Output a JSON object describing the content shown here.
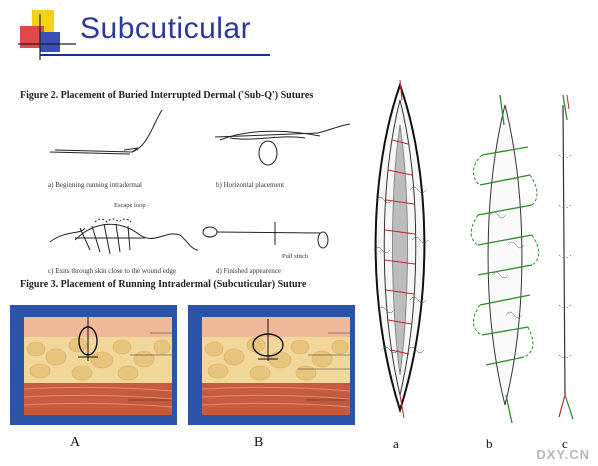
{
  "title": "Subcuticular",
  "figure2": {
    "caption": "Figure 2.  Placement of Buried Interrupted Dermal ('Sub-Q') Sutures",
    "steps": {
      "a": "a) Beginning running intradermal",
      "b": "b) Horizontal placement",
      "c": "c) Exits through skin close to the wound edge",
      "d": "d) Finished appearence"
    },
    "labels": {
      "escape_loop": "Escape loop",
      "pull_stitch": "Pull stitch"
    }
  },
  "figure3": {
    "caption": "Figure 3.  Placement of Running Intradermal (Subcuticular) Suture"
  },
  "panels": {
    "A": "A",
    "B": "B"
  },
  "illustrations": {
    "a": "a",
    "b": "b",
    "c": "c"
  },
  "watermark": "DXY.CN",
  "colors": {
    "title": "#2b3a9a",
    "panel_bg": "#2a54a6",
    "suture_red": "#c0262b",
    "suture_green": "#2f8a2f"
  },
  "icons": [
    "slide-logo-squares-icon"
  ]
}
